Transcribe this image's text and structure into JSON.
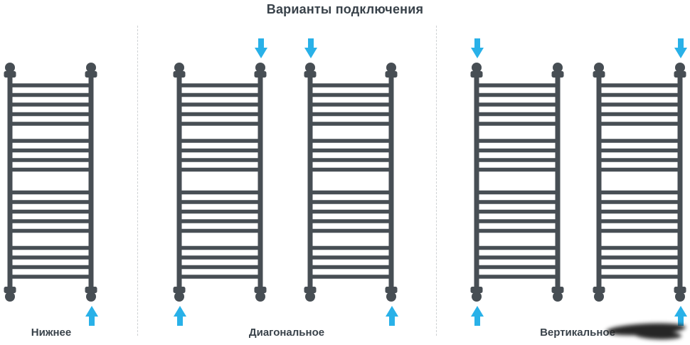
{
  "title": "Варианты подключения",
  "colors": {
    "radiator": "#474E54",
    "arrow": "#29B1E8",
    "text": "#39424A",
    "divider": "#CFD2D4",
    "smudge": "#262626"
  },
  "radiator": {
    "rung_groups": [
      5,
      4,
      5,
      4
    ]
  },
  "sections": [
    {
      "id": "bottom",
      "label": "Нижнее",
      "radiators": [
        {
          "arrows": [
            {
              "position": "bottom-right",
              "direction": "up"
            }
          ]
        }
      ]
    },
    {
      "id": "diagonal",
      "label": "Диагональное",
      "radiators": [
        {
          "arrows": [
            {
              "position": "top-right",
              "direction": "down"
            },
            {
              "position": "bottom-left",
              "direction": "up"
            }
          ]
        },
        {
          "arrows": [
            {
              "position": "top-left",
              "direction": "down"
            },
            {
              "position": "bottom-right",
              "direction": "up"
            }
          ]
        }
      ]
    },
    {
      "id": "vertical",
      "label": "Вертикальное",
      "radiators": [
        {
          "arrows": [
            {
              "position": "top-left",
              "direction": "down"
            },
            {
              "position": "bottom-left",
              "direction": "up"
            }
          ]
        },
        {
          "arrows": [
            {
              "position": "top-right",
              "direction": "down"
            },
            {
              "position": "bottom-right",
              "direction": "up"
            }
          ]
        }
      ]
    }
  ]
}
